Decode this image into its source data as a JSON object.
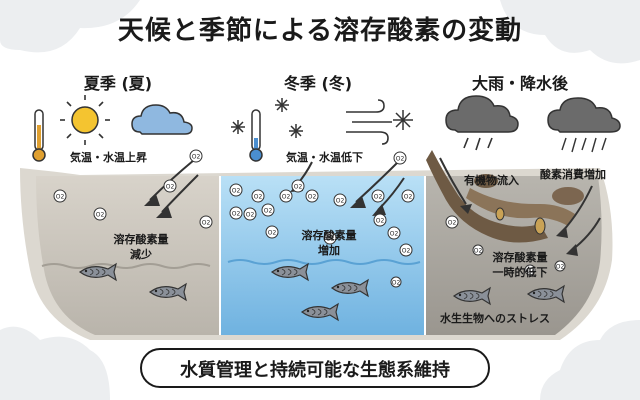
{
  "title": "天候と季節による溶存酸素の変動",
  "panels": {
    "summer": {
      "heading": "夏季 (夏)",
      "condition": "気温・水温上昇",
      "oxygen_label": "溶存酸素量\n減少"
    },
    "winter": {
      "heading": "冬季 (冬)",
      "condition": "気温・水温低下",
      "oxygen_label": "溶存酸素量\n増加"
    },
    "rain": {
      "heading": "大雨・降水後",
      "inflow": "有機物流入",
      "consumption": "酸素消費増加",
      "oxygen_label": "溶存酸素量\n一時的低下",
      "stress": "水生生物へのストレス"
    }
  },
  "bubble_symbol": "O2",
  "footer": "水質管理と持続可能な生態系維持",
  "colors": {
    "summer_water": "#c9c3b8",
    "winter_water": "#8fc6e8",
    "rain_water": "#a9a6a0",
    "ink": "#1a1a1a"
  },
  "icons": [
    "thermometer-hot-icon",
    "sun-icon",
    "cloud-icon",
    "thermometer-cold-icon",
    "snowflake-icon",
    "wind-icon",
    "rain-cloud-icon",
    "fish-icon",
    "bacteria-icon"
  ]
}
